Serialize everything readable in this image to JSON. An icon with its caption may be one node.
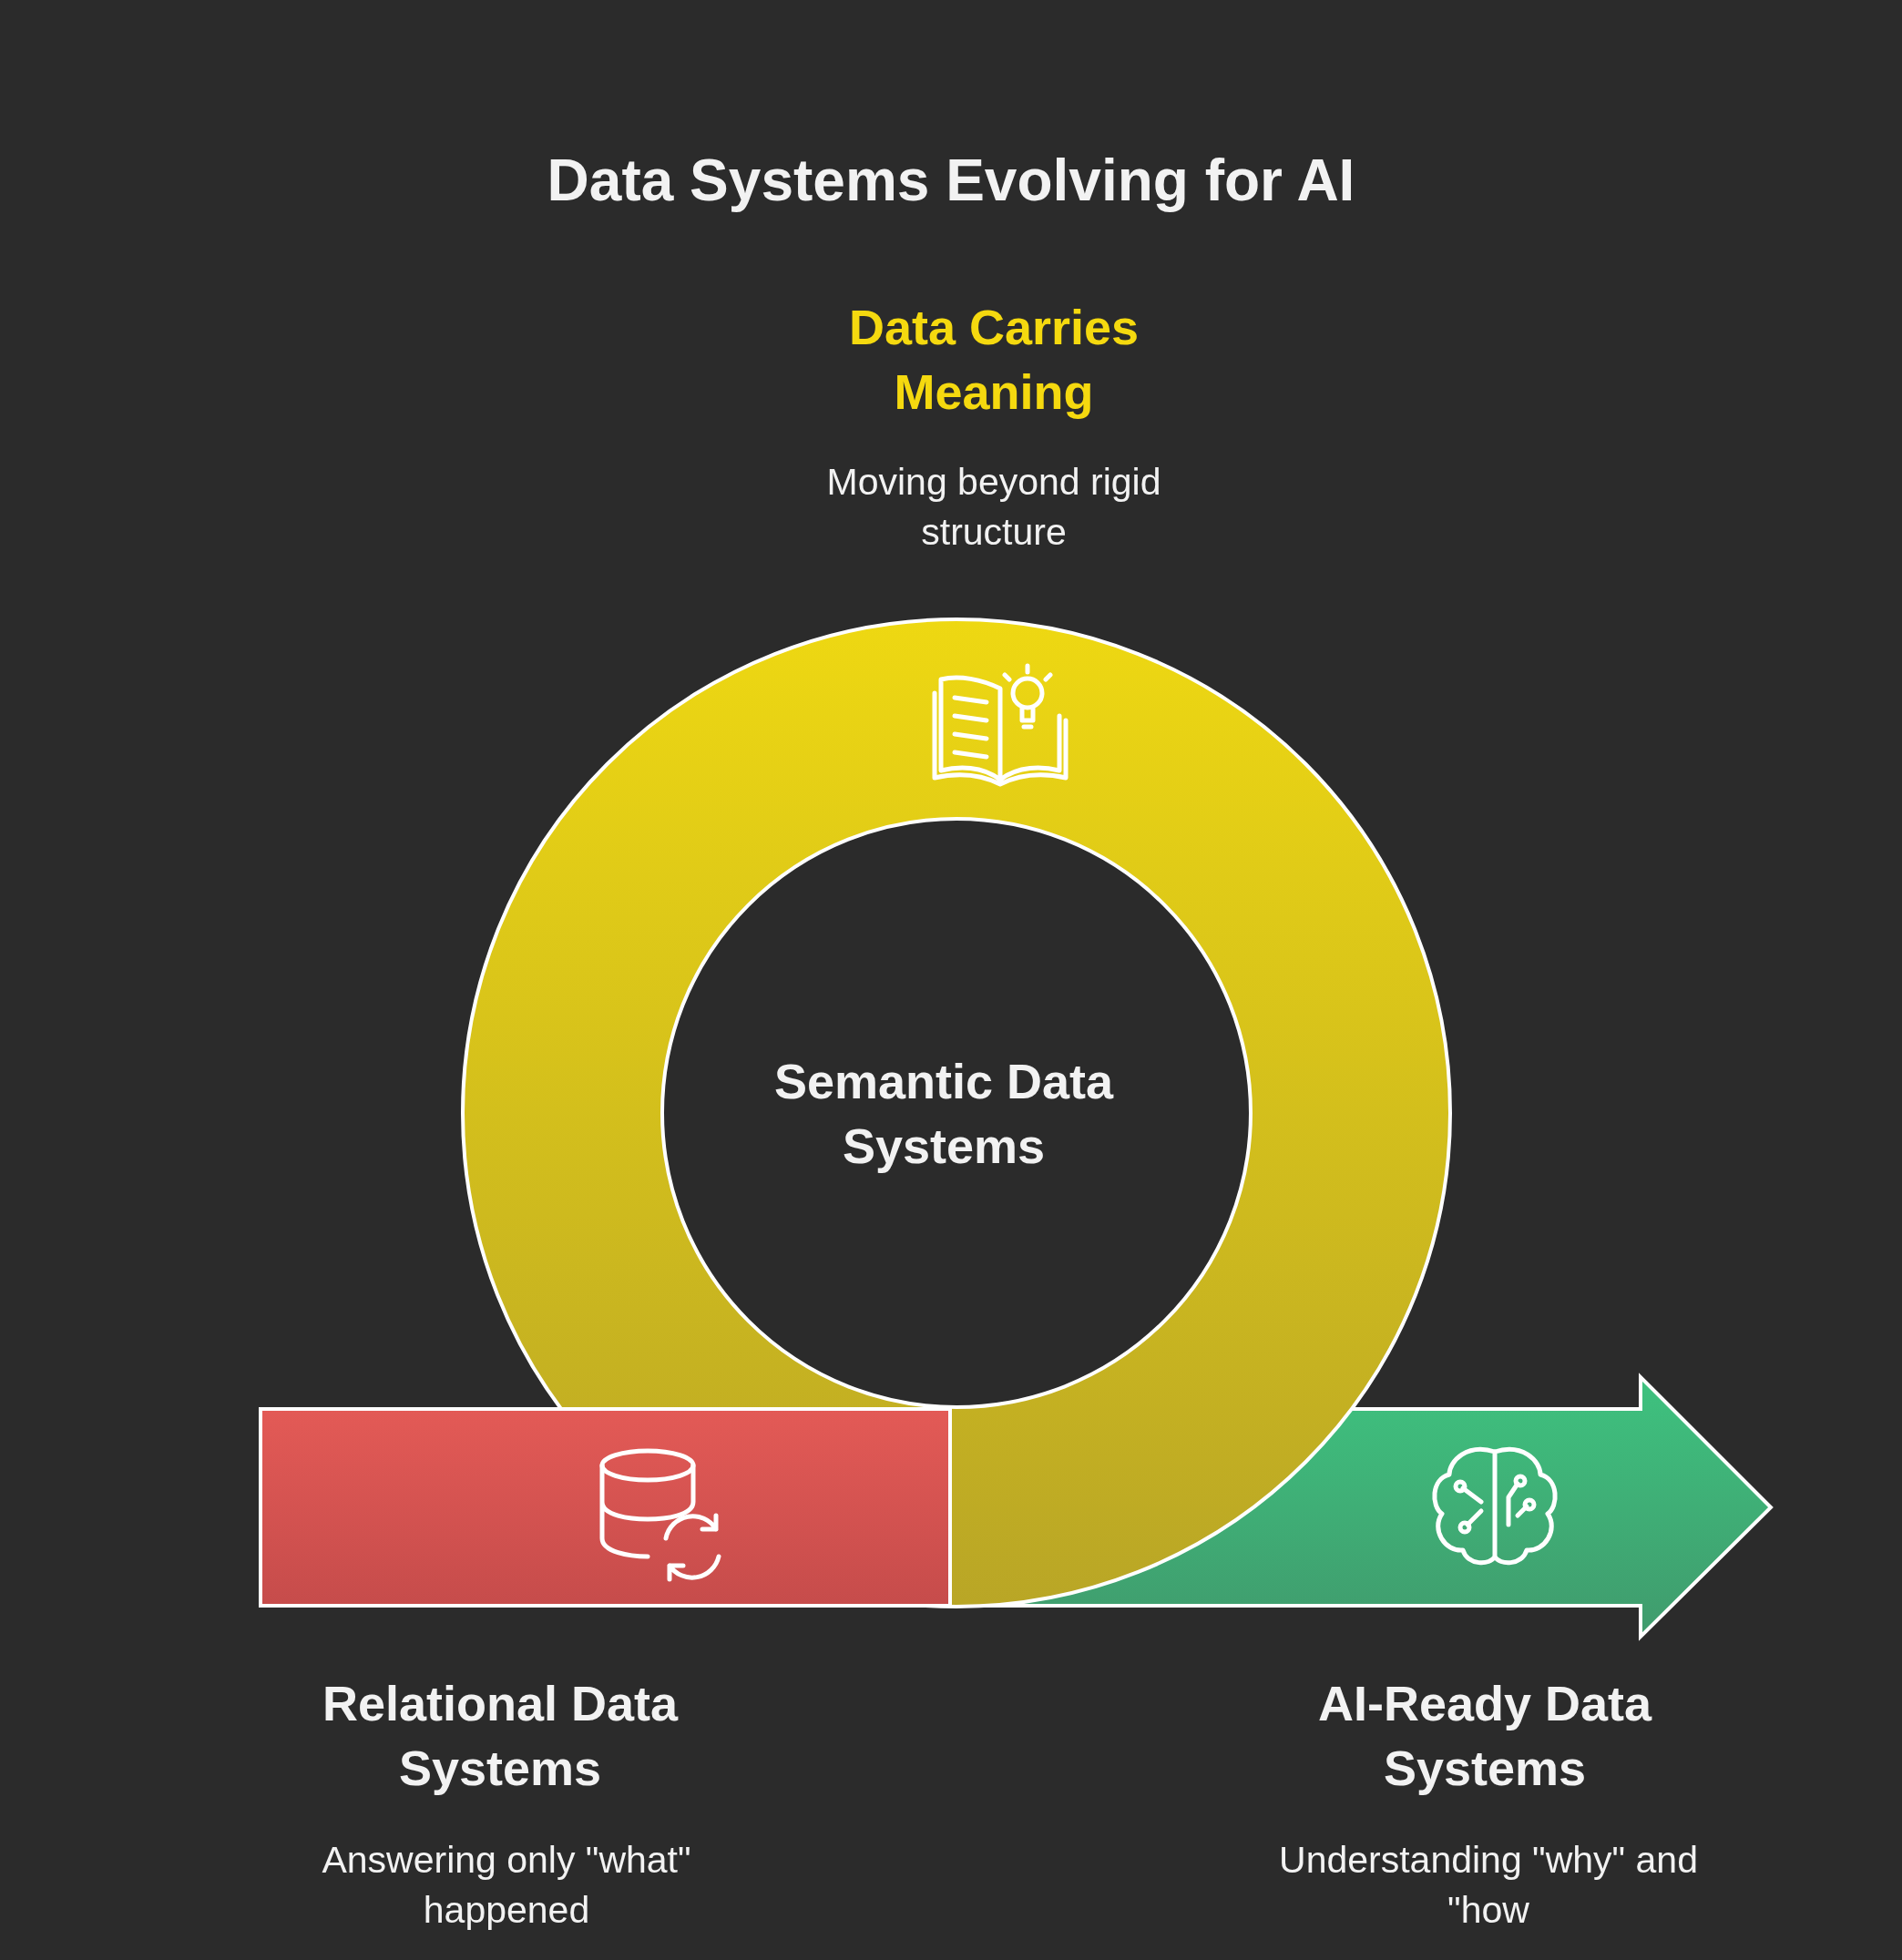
{
  "diagram": {
    "title": "Data Systems Evolving for AI",
    "nodes": [
      {
        "text": [
          "Relational Data Systems",
          "Answering only \"what\" happened"
        ]
      },
      {
        "text": [
          "Data Carries Meaning",
          "Moving beyond rigid structure",
          "Semantic Data Systems"
        ]
      },
      {
        "text": [
          "AI-Ready Data Systems",
          "Understanding \"why\" and \"how"
        ]
      }
    ]
  }
}
